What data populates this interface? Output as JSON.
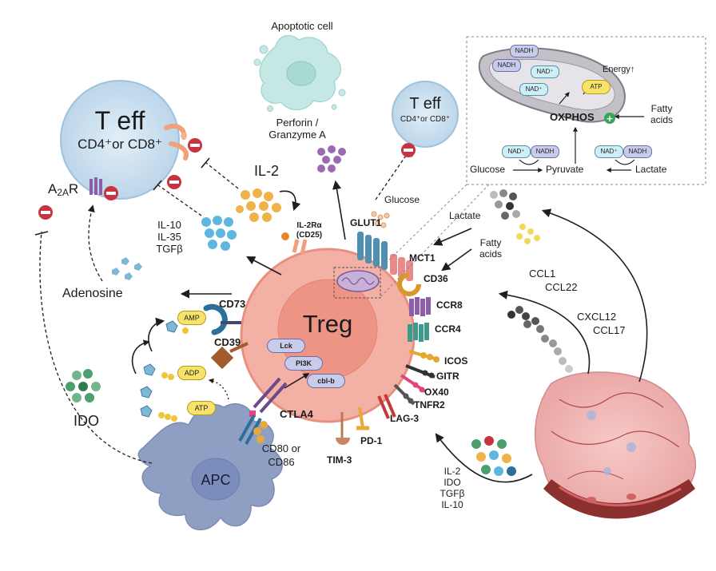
{
  "treg": "Treg",
  "teff_left": {
    "title": "T eff",
    "sub": "CD4⁺or CD8⁺"
  },
  "teff_right": {
    "title": "T eff",
    "sub": "CD4⁺or CD8⁺"
  },
  "apoptotic": {
    "title": "Apoptotic cell",
    "line1": "Perforin /",
    "line2": "Granzyme A"
  },
  "a2ar": {
    "main": "A",
    "sub": "2A",
    "end": "R"
  },
  "il2": "IL-2",
  "il2ra": {
    "line1": "IL-2Rα",
    "line2": "(CD25)"
  },
  "cytokines_left": [
    "IL-10",
    "IL-35",
    "TGFβ"
  ],
  "adenosine": "Adenosine",
  "cd73": "CD73",
  "cd39": "CD39",
  "nucleotides": [
    "AMP",
    "ADP",
    "ATP"
  ],
  "intracellular": [
    "Lck",
    "PI3K",
    "cbl-b"
  ],
  "ido": "IDO",
  "apc": "APC",
  "ctla4": "CTLA4",
  "cd80": {
    "line1": "CD80 or",
    "line2": "CD86"
  },
  "glucose": "Glucose",
  "glut1": "GLUT1",
  "lactate": "Lactate",
  "fatty_acids": {
    "line1": "Fatty",
    "line2": "acids"
  },
  "mct1": "MCT1",
  "cd36": "CD36",
  "receptors_right": [
    "CCR8",
    "CCR4",
    "ICOS",
    "GITR",
    "OX40",
    "TNFR2",
    "LAG-3",
    "PD-1",
    "TIM-3"
  ],
  "chemokines": {
    "ccl1": "CCL1",
    "ccl22": "CCL22",
    "cxcl12": "CXCL12",
    "ccl17": "CCL17"
  },
  "tumor_factors": [
    "IL-2",
    "IDO",
    "TGFβ",
    "IL-10"
  ],
  "mito": {
    "nadh": "NADH",
    "nadh2": "NADH",
    "nad1": "NAD⁺",
    "nad2": "NAD⁺",
    "atp": "ATP",
    "energy": "Energy↑",
    "oxphos": "OXPHOS",
    "fatty1": "Fatty",
    "fatty2": "acids",
    "glucose": "Glucose",
    "pyruvate": "Pyruvate",
    "lactate": "Lactate",
    "nad_left": "NAD⁺",
    "nadh_left": "NADH",
    "nad_right": "NAD⁺",
    "nadh_right": "NADH"
  },
  "colors": {
    "treg_outer": "#f1a79a",
    "treg_inner": "#ee9485",
    "teff": "#d2e5f2",
    "apc": "#8f9fc4",
    "inhibit": "#c6343f"
  }
}
